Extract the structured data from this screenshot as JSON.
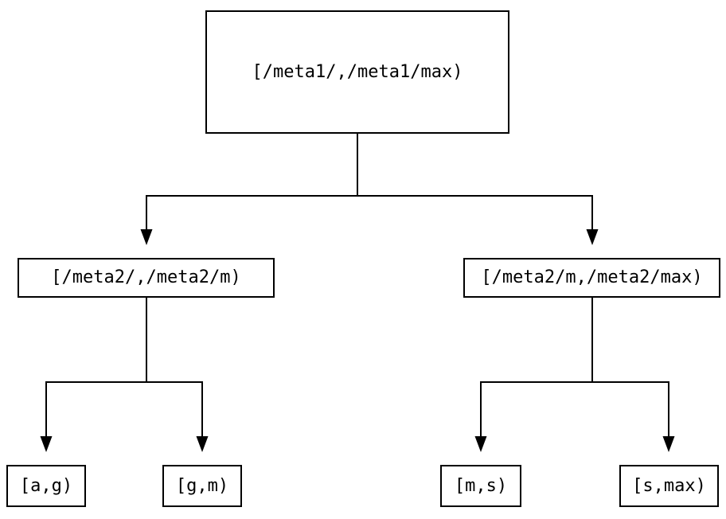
{
  "diagram": {
    "type": "tree",
    "background_color": "#ffffff",
    "line_color": "#000000",
    "tree": {
      "root": {
        "label": "[/meta1/,/meta1/max)",
        "children": [
          {
            "label": "[/meta2/,/meta2/m)",
            "children": [
              {
                "label": "[a,g)"
              },
              {
                "label": "[g,m)"
              }
            ]
          },
          {
            "label": "[/meta2/m,/meta2/max)",
            "children": [
              {
                "label": "[m,s)"
              },
              {
                "label": "[s,max)"
              }
            ]
          }
        ]
      }
    }
  }
}
